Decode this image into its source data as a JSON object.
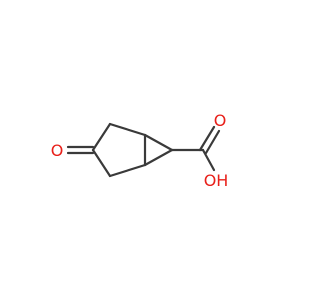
{
  "molecule": {
    "atoms": {
      "ketone_oxygen": "O",
      "carbonyl_oxygen": "O",
      "hydroxyl": "OH"
    },
    "colors": {
      "bond": "#3a3a3a",
      "heteroatom": "#e8201a",
      "background": "#ffffff"
    }
  }
}
